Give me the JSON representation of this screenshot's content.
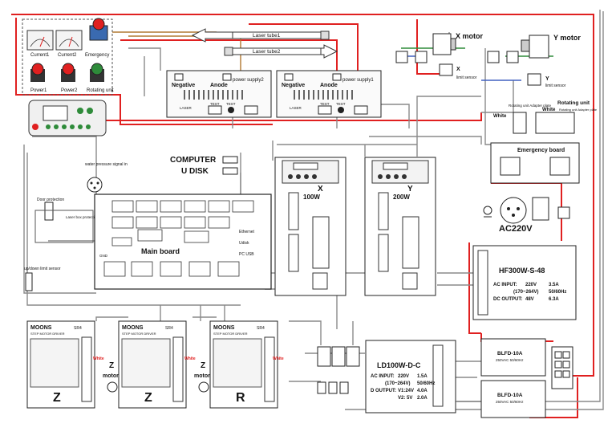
{
  "colors": {
    "red": "#e02020",
    "black": "#111111",
    "gray": "#8a8a8a",
    "brown": "#b07830",
    "green": "#2e8b3a",
    "blue": "#4060c0",
    "panel": "#f2f2f2"
  },
  "panel_top": {
    "meters": [
      "Current1",
      "Current2"
    ],
    "emergency_label": "Emergency",
    "buttons": [
      "Power1",
      "Power2",
      "Rotating unit"
    ]
  },
  "laser": {
    "tube1": "Laser tube1",
    "tube2": "Laser tube2"
  },
  "psu": [
    {
      "negative": "Negative",
      "anode": "Anode",
      "name": "power supply2",
      "laser": "LASER",
      "test": "TEST",
      "test2": "TEST"
    },
    {
      "negative": "Negative",
      "anode": "Anode",
      "name": "power supply1",
      "laser": "LASER",
      "test": "TEST",
      "test2": "TEST"
    }
  ],
  "motors": {
    "x_motor": "X motor",
    "y_motor": "Y motor",
    "x_label": "X",
    "x_limit": "limit sensor",
    "y_label": "Y",
    "y_limit": "limit sensor"
  },
  "rotating": {
    "white": "White",
    "adapter": "Rotating unit Adapter plate",
    "unit": "Rotating unit",
    "white2": "White",
    "plate": "Rotating unit Adapter plate"
  },
  "emergency_board": "Emergency board",
  "ac": "AC220V",
  "left_labels": {
    "water": "water pressure signal in",
    "door": "Door protection",
    "laser_box": "Laser box protection",
    "updown": "up/down limit sensor"
  },
  "computer": "COMPUTER",
  "udisk": "U DISK",
  "main_board": {
    "title": "Main board",
    "ethernet": "Ethernet",
    "udisk": "Udisk",
    "pcusb": "PC USB",
    "gnd": "GND"
  },
  "servo_x": {
    "axis": "X",
    "power": "100W"
  },
  "servo_y": {
    "axis": "Y",
    "power": "200W"
  },
  "hf": {
    "title": "HF300W-S-48",
    "l1": "AC INPUT:",
    "v1": "220V",
    "a1": "3.5A",
    "l2": "(170~264V)",
    "v2": "50/60Hz",
    "l3": "DC OUTPUT:",
    "v3": "48V",
    "a3": "6.3A"
  },
  "ld": {
    "title": "LD100W-D-C",
    "l1": "AC INPUT:",
    "v1": "220V",
    "a1": "1.5A",
    "l2": "(170~264V)",
    "v2": "50/60Hz",
    "l3": "D OUTPUT:",
    "v3": "V1:24V",
    "a3": "4.0A",
    "v4": "V2: 5V",
    "a4": "2.0A"
  },
  "filters": [
    {
      "name": "BLFD-10A",
      "rating": "250VAC 50/60Hz"
    },
    {
      "name": "BLFD-10A",
      "rating": "250VAC 50/60Hz"
    }
  ],
  "drivers": [
    {
      "brand": "MOONS",
      "model": "SR4",
      "sub": "STEP MOTOR DRIVER",
      "axis": "Z"
    },
    {
      "brand": "MOONS",
      "model": "SR4",
      "sub": "STEP MOTOR DRIVER",
      "axis": "Z"
    },
    {
      "brand": "MOONS",
      "model": "SR4",
      "sub": "STEP MOTOR DRIVER",
      "axis": "R"
    }
  ],
  "z_motor": {
    "z": "Z",
    "motor": "motor"
  },
  "white_labels": [
    "White",
    "White",
    "White"
  ]
}
